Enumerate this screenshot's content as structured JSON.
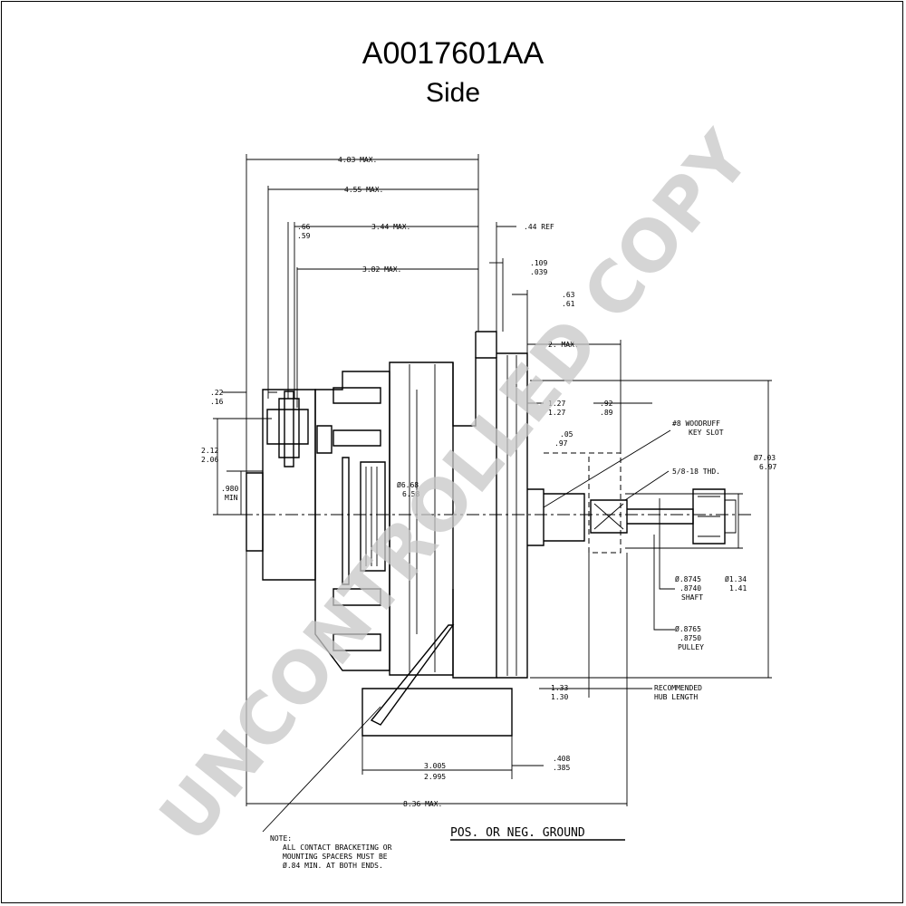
{
  "header": {
    "part_number": "A0017601AA",
    "view": "Side"
  },
  "dimensions": {
    "d_483": "4.83 MAX.",
    "d_455": "4.55 MAX.",
    "d_344": "3.44 MAX.",
    "d_382": "3.82 MAX.",
    "d_66": ".66",
    "d_59": ".59",
    "d_44ref": ".44 REF",
    "d_109": ".109",
    "d_039": ".039",
    "d_63": ".63",
    "d_61": ".61",
    "d_2max": "2.  MAX.",
    "d_22": ".22",
    "d_16": ".16",
    "d_212": "2.12",
    "d_206": "2.06",
    "d_980": ".980",
    "d_min": "MIN",
    "d_127a": "1.27",
    "d_127b": "1.27",
    "d_92": ".92",
    "d_89": ".89",
    "d_05": ".05",
    "d_97": ".97",
    "d_668": "Ø6.68",
    "d_658": "6.58",
    "d_703": "Ø7.03",
    "d_697": "6.97",
    "d_8745": "Ø.8745",
    "d_8740": ".8740",
    "d_shaft": "SHAFT",
    "d_134": "Ø1.34",
    "d_141": "1.41",
    "d_8765": "Ø.8765",
    "d_8750": ".8750",
    "d_pulley": "PULLEY",
    "d_133": "1.33",
    "d_130": "1.30",
    "d_hub1": "RECOMMENDED",
    "d_hub2": "HUB LENGTH",
    "d_3005": "3.005",
    "d_2995": "2.995",
    "d_408": ".408",
    "d_385": ".385",
    "d_836": "8.36 MAX."
  },
  "callouts": {
    "woodruff_1": "#8 WOODRUFF",
    "woodruff_2": "KEY SLOT",
    "thread": "5/8-18 THD."
  },
  "note": {
    "l1": "NOTE:",
    "l2": "ALL CONTACT BRACKETING OR",
    "l3": "MOUNTING SPACERS MUST BE",
    "l4": "Ø.84 MIN. AT BOTH ENDS."
  },
  "ground_label": "POS. OR NEG. GROUND",
  "watermark": "UNCONTROLLED COPY"
}
